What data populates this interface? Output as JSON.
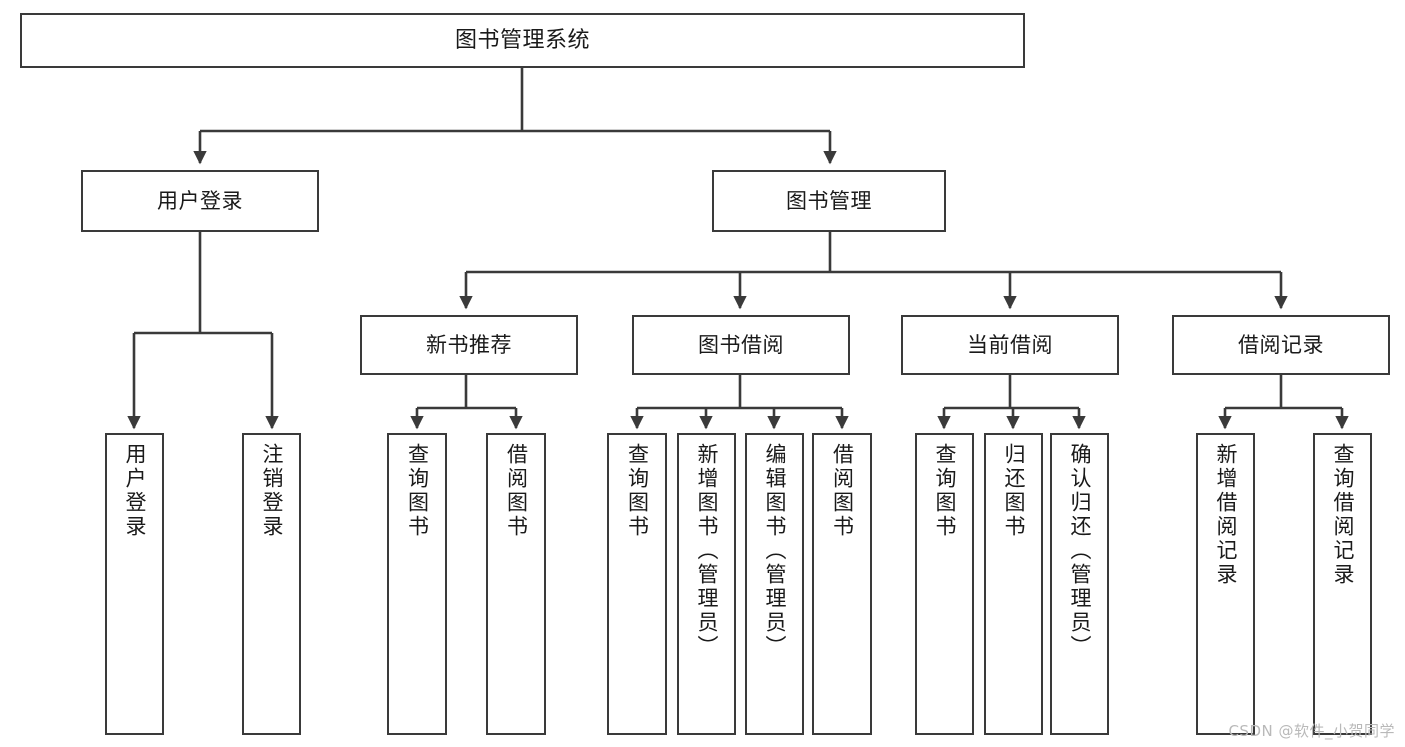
{
  "diagram": {
    "title": "图书管理系统",
    "type": "tree-hierarchy",
    "colors": {
      "box_border": "#3a3a3a",
      "box_fill": "#ffffff",
      "edge": "#3a3a3a",
      "text": "#1a1a1a",
      "watermark": "#b9b9b9",
      "background": "#ffffff"
    },
    "root": {
      "label": "图书管理系统"
    },
    "level1": [
      {
        "label": "用户登录"
      },
      {
        "label": "图书管理"
      }
    ],
    "level2": [
      {
        "label": "新书推荐"
      },
      {
        "label": "图书借阅"
      },
      {
        "label": "当前借阅"
      },
      {
        "label": "借阅记录"
      }
    ],
    "leaves": {
      "user_login": [
        {
          "label": "用户登录"
        },
        {
          "label": "注销登录"
        }
      ],
      "new_book_recommend": [
        {
          "label": "查询图书"
        },
        {
          "label": "借阅图书"
        }
      ],
      "book_borrow": [
        {
          "label": "查询图书"
        },
        {
          "label": "新增图书（管理员）"
        },
        {
          "label": "编辑图书（管理员）"
        },
        {
          "label": "借阅图书"
        }
      ],
      "current_borrow": [
        {
          "label": "查询图书"
        },
        {
          "label": "归还图书"
        },
        {
          "label": "确认归还（管理员）"
        }
      ],
      "borrow_record": [
        {
          "label": "新增借阅记录"
        },
        {
          "label": "查询借阅记录"
        }
      ]
    }
  },
  "watermark": {
    "text": "CSDN @软件_小贺同学"
  }
}
